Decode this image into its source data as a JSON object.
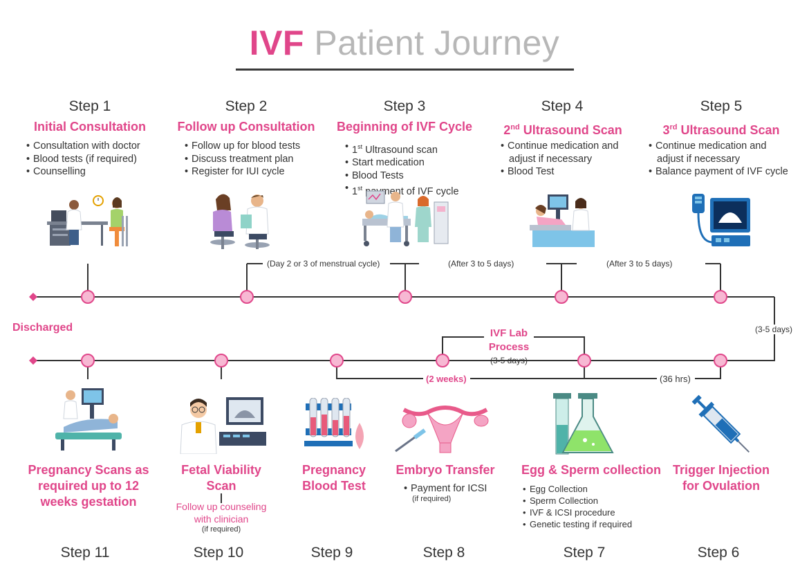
{
  "title": {
    "highlight": "IVF",
    "rest": "Patient Journey"
  },
  "top_steps": [
    {
      "step": "Step 1",
      "heading": "Initial Consultation",
      "bullets": [
        "Consultation with doctor",
        "Blood tests (if required)",
        "Counselling"
      ]
    },
    {
      "step": "Step 2",
      "heading": "Follow up Consultation",
      "bullets": [
        "Follow up for blood tests",
        "Discuss treatment plan",
        "Register for IUI cycle"
      ]
    },
    {
      "step": "Step 3",
      "heading": "Beginning of IVF Cycle",
      "bullets": [
        "Ultrasound scan",
        "Start medication",
        "Blood Tests",
        "payment of IVF cycle"
      ],
      "ord": "1",
      "ord_sup": "st"
    },
    {
      "step": "Step 4",
      "heading_ord": "2",
      "heading_sup": "nd",
      "heading": "Ultrasound Scan",
      "bullets": [
        "Continue medication and",
        "adjust if necessary",
        "Blood Test"
      ]
    },
    {
      "step": "Step 5",
      "heading_ord": "3",
      "heading_sup": "rd",
      "heading": "Ultrasound Scan",
      "bullets": [
        "Continue medication and",
        "adjust if necessary",
        "Balance payment of IVF cycle"
      ]
    }
  ],
  "top_notes": {
    "step2_3": "(Day 2 or 3 of menstrual cycle)",
    "step3_4": "(After 3 to 5 days)",
    "step4_5": "(After 3 to 5 days)",
    "step5_6": "(3-5 days)"
  },
  "discharged": "Discharged",
  "lab": {
    "title_line1": "IVF Lab",
    "title_line2": "Process",
    "duration": "(3-5 days)"
  },
  "bottom_notes": {
    "two_weeks": "(2 weeks)",
    "hours": "(36 hrs)"
  },
  "bottom_steps": [
    {
      "step": "Step 11",
      "heading": [
        "Pregnancy Scans as",
        "required up to 12",
        "weeks gestation"
      ]
    },
    {
      "step": "Step 10",
      "heading": [
        "Fetal Viability",
        "Scan"
      ],
      "sub": [
        "Follow up counseling",
        "with clinician"
      ],
      "sub_note": "(if required)"
    },
    {
      "step": "Step 9",
      "heading": [
        "Pregnancy",
        "Blood Test"
      ]
    },
    {
      "step": "Step 8",
      "heading": [
        "Embryo Transfer"
      ],
      "bullets": [
        "Payment for ICSI"
      ],
      "note": "(if required)"
    },
    {
      "step": "Step 7",
      "heading": [
        "Egg & Sperm collection"
      ],
      "bullets": [
        "Egg Collection",
        "Sperm Collection",
        "IVF & ICSI procedure",
        "Genetic testing if required"
      ]
    },
    {
      "step": "Step 6",
      "heading": [
        "Trigger Injection",
        "for Ovulation"
      ]
    }
  ],
  "colors": {
    "accent": "#e0468a",
    "node_fill": "#f7b8d3",
    "line": "#333333",
    "title_gray": "#b7b7b7"
  }
}
